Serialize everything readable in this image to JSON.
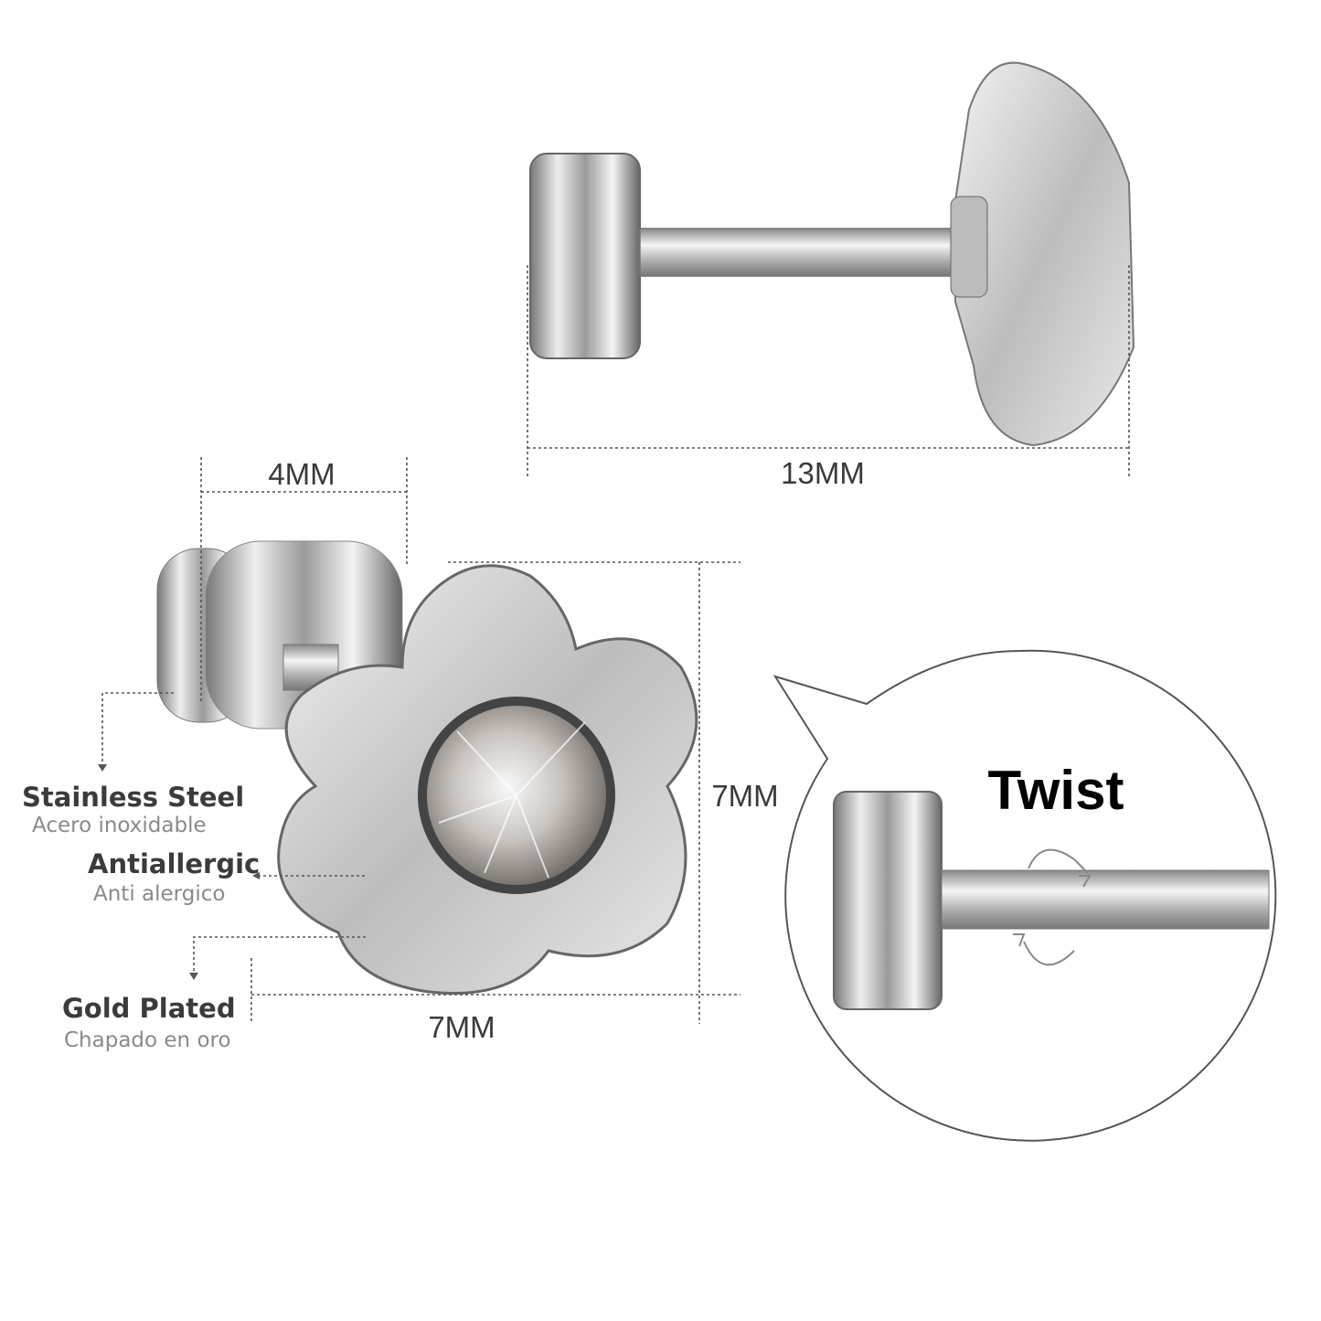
{
  "dimensions": {
    "length": "13MM",
    "back_width": "4MM",
    "height": "7MM",
    "width": "7MM"
  },
  "features": [
    {
      "label": "Stainless Steel",
      "sublabel": "Acero inoxidable"
    },
    {
      "label": "Antiallergic",
      "sublabel": "Anti alergico"
    },
    {
      "label": "Gold Plated",
      "sublabel": "Chapado en oro"
    }
  ],
  "callout": {
    "title": "Twist"
  },
  "colors": {
    "metal": "#c8c8c8",
    "metal_dark": "#6e6e6e",
    "text": "#3b3b3b",
    "subtext": "#8a8a8a"
  }
}
